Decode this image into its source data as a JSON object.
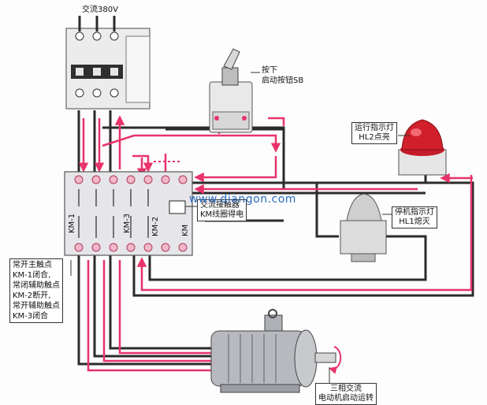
{
  "labels": {
    "supply": "交流380V",
    "press_sb_l1": "按下",
    "press_sb_l2": "启动按钮SB",
    "run_lamp_l1": "运行指示灯",
    "run_lamp_l2": "HL2点亮",
    "stop_lamp_l1": "停机指示灯",
    "stop_lamp_l2": "HL1熄灭",
    "contactor_l1": "交流接触器",
    "contactor_l2": "KM线圈得电",
    "contacts_l1": "常开主触点",
    "contacts_l2": "KM-1闭合,",
    "contacts_l3": "常闭辅助触点",
    "contacts_l4": "KM-2断开,",
    "contacts_l5": "常开辅助触点",
    "contacts_l6": "KM-3闭合",
    "motor_l1": "三相交流",
    "motor_l2": "电动机启动运转",
    "km1": "KM-1",
    "km3": "KM-3",
    "km2": "KM-2",
    "km": "KM",
    "watermark": "www.diangon.com"
  },
  "colors": {
    "current_flow": "#e8336b",
    "wire": "#2b2b2b",
    "contactor_body": "#e6e6ea",
    "breaker_body": "#ececec",
    "motor_body": "#b7b9be",
    "lamp_red": "#d0202c"
  }
}
